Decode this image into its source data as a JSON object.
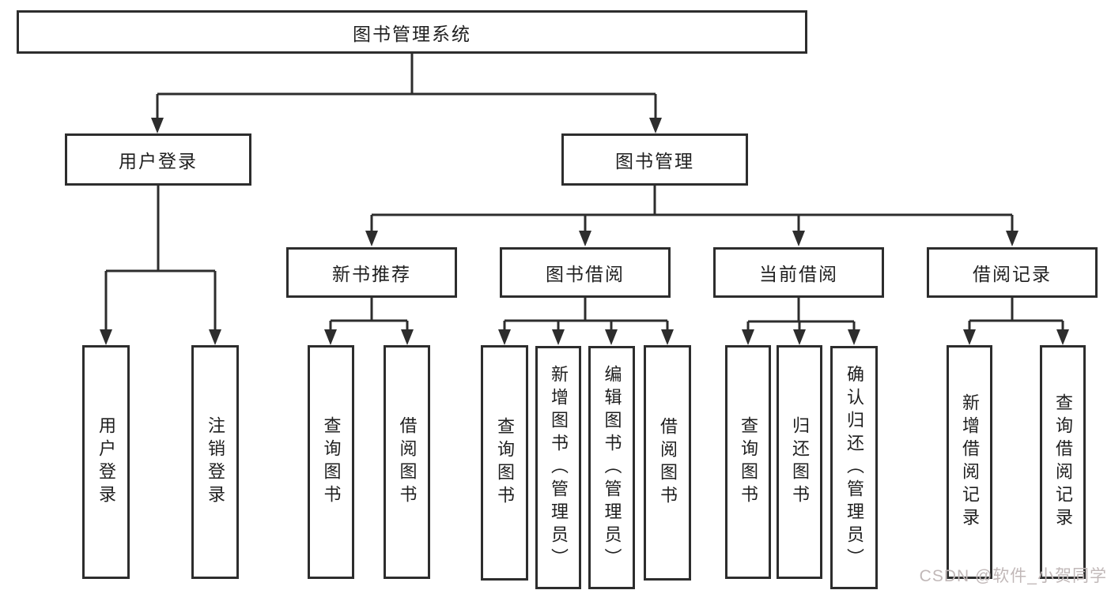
{
  "tree": {
    "root": {
      "label": "图书管理系统"
    },
    "user_login": {
      "label": "用户登录",
      "children": [
        {
          "label": "用户登录"
        },
        {
          "label": "注销登录"
        }
      ]
    },
    "book_mgmt": {
      "label": "图书管理",
      "sections": [
        {
          "label": "新书推荐",
          "children": [
            {
              "label": "查询图书"
            },
            {
              "label": "借阅图书"
            }
          ]
        },
        {
          "label": "图书借阅",
          "children": [
            {
              "label": "查询图书"
            },
            {
              "label": "新增图书（管理员）"
            },
            {
              "label": "编辑图书（管理员）"
            },
            {
              "label": "借阅图书"
            }
          ]
        },
        {
          "label": "当前借阅",
          "children": [
            {
              "label": "查询图书"
            },
            {
              "label": "归还图书"
            },
            {
              "label": "确认归还（管理员）"
            }
          ]
        },
        {
          "label": "借阅记录",
          "children": [
            {
              "label": "新增借阅记录"
            },
            {
              "label": "查询借阅记录"
            }
          ]
        }
      ]
    }
  },
  "watermark": "CSDN @软件_小贺同学",
  "colors": {
    "line": "#2d2d2d",
    "box_border": "#2d2d2d",
    "text": "#1f1f1f",
    "watermark": "#c1b8b8",
    "background": "#ffffff"
  }
}
